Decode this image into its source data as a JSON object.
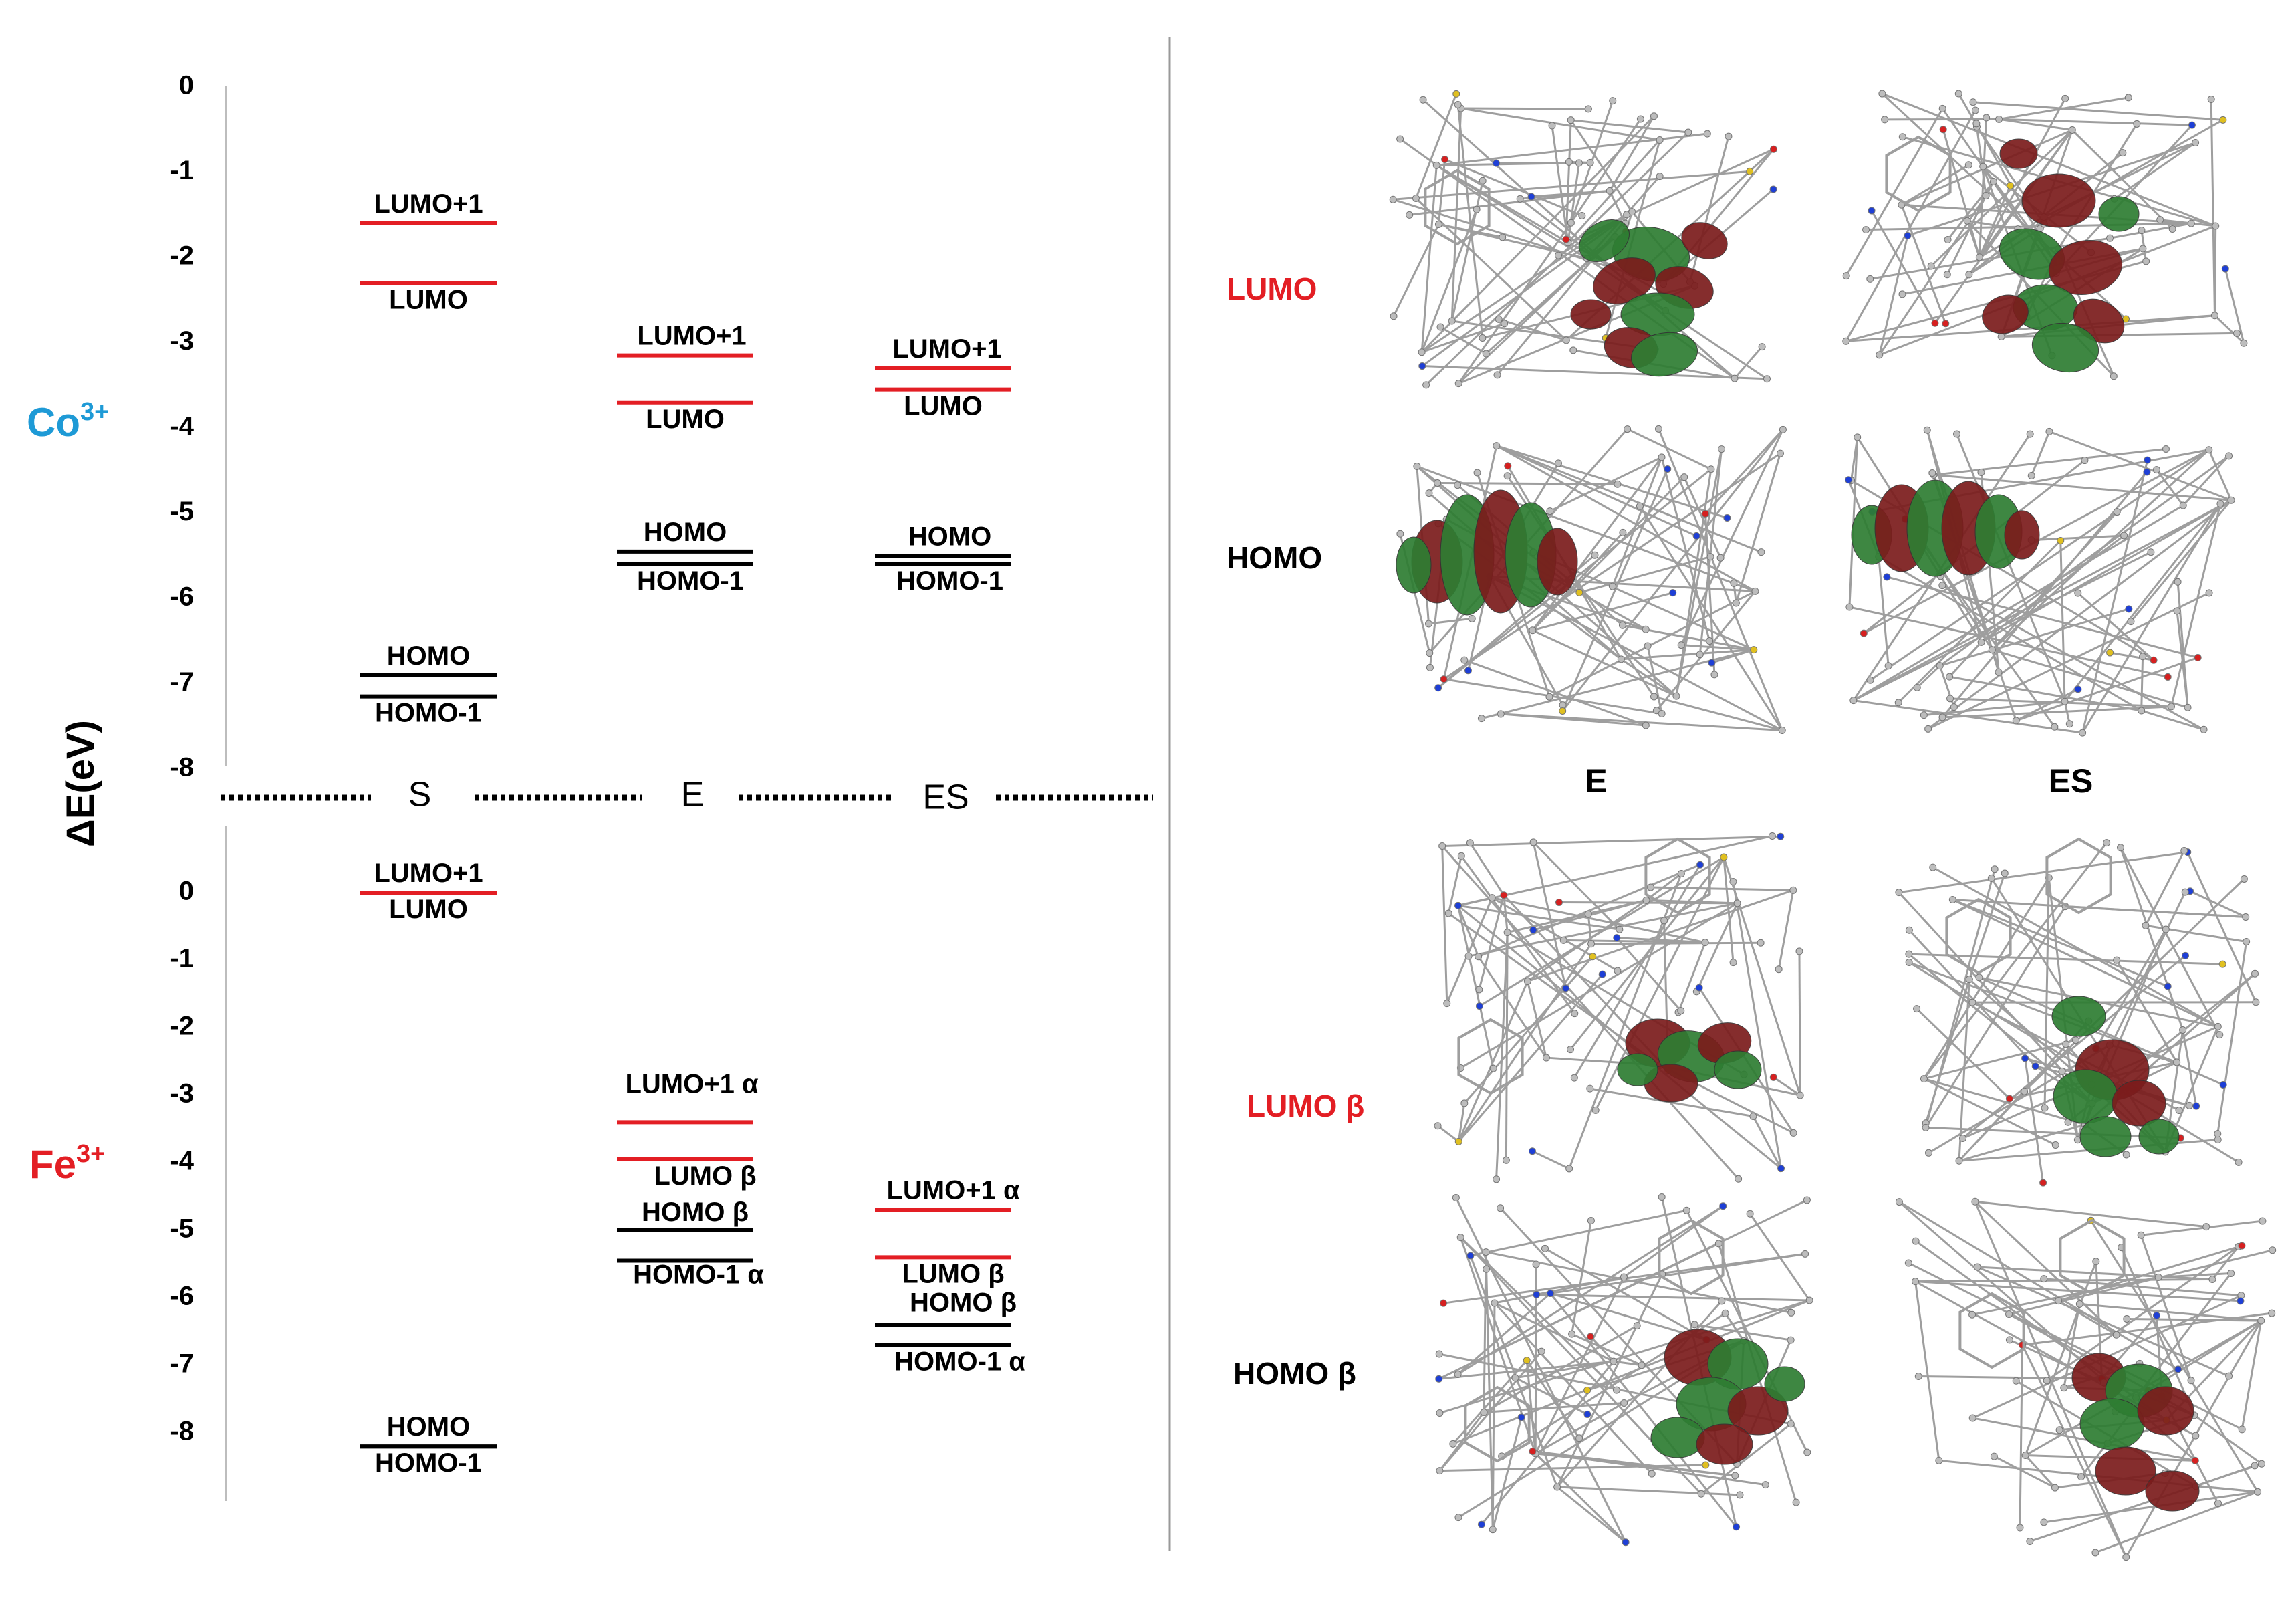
{
  "axis": {
    "ylabel": "ΔE(eV)",
    "co_ticks": [
      "0",
      "-1",
      "-2",
      "-3",
      "-4",
      "-5",
      "-6",
      "-7",
      "-8"
    ],
    "fe_ticks": [
      "0",
      "-1",
      "-2",
      "-3",
      "-4",
      "-5",
      "-6",
      "-7",
      "-8"
    ]
  },
  "ions": {
    "co": {
      "label": "Co",
      "charge": "3+",
      "color": "#1e9ad6"
    },
    "fe": {
      "label": "Fe",
      "charge": "3+",
      "color": "#e31e24"
    }
  },
  "states": [
    "S",
    "E",
    "ES"
  ],
  "colors": {
    "occupied": "#000000",
    "virtual": "#e31e24"
  },
  "co_levels": {
    "S": [
      {
        "label": "LUMO+1",
        "energy": -1.6,
        "type": "virtual"
      },
      {
        "label": "LUMO",
        "energy": -2.3,
        "type": "virtual"
      },
      {
        "label": "HOMO",
        "energy": -6.9,
        "type": "occupied"
      },
      {
        "label": "HOMO-1",
        "energy": -7.15,
        "type": "occupied"
      }
    ],
    "E": [
      {
        "label": "LUMO+1",
        "energy": -3.15,
        "type": "virtual"
      },
      {
        "label": "LUMO",
        "energy": -3.7,
        "type": "virtual"
      },
      {
        "label": "HOMO",
        "energy": -5.45,
        "type": "occupied"
      },
      {
        "label": "HOMO-1",
        "energy": -5.6,
        "type": "occupied"
      }
    ],
    "ES": [
      {
        "label": "LUMO+1",
        "energy": -3.3,
        "type": "virtual"
      },
      {
        "label": "LUMO",
        "energy": -3.55,
        "type": "virtual"
      },
      {
        "label": "HOMO",
        "energy": -5.5,
        "type": "occupied"
      },
      {
        "label": "HOMO-1",
        "energy": -5.6,
        "type": "occupied"
      }
    ]
  },
  "fe_levels": {
    "S": [
      {
        "label": "LUMO+1",
        "energy": 0.0,
        "type": "virtual"
      },
      {
        "label": "LUMO",
        "energy": 0.0,
        "type": "virtual"
      },
      {
        "label": "HOMO",
        "energy": -8.2,
        "type": "occupied"
      },
      {
        "label": "HOMO-1",
        "energy": -8.2,
        "type": "occupied"
      }
    ],
    "E": [
      {
        "label": "LUMO+1 α",
        "energy": -3.4,
        "type": "virtual"
      },
      {
        "label": "LUMO β",
        "energy": -3.95,
        "type": "virtual"
      },
      {
        "label": "HOMO β",
        "energy": -5.0,
        "type": "occupied"
      },
      {
        "label": "HOMO-1 α",
        "energy": -5.45,
        "type": "occupied"
      }
    ],
    "ES": [
      {
        "label": "LUMO+1 α",
        "energy": -4.7,
        "type": "virtual"
      },
      {
        "label": "LUMO β",
        "energy": -5.4,
        "type": "virtual"
      },
      {
        "label": "HOMO β",
        "energy": -6.4,
        "type": "occupied"
      },
      {
        "label": "HOMO-1 α",
        "energy": -6.7,
        "type": "occupied"
      }
    ]
  },
  "orbital_panel": {
    "columns": [
      "E",
      "ES"
    ],
    "co_rows": [
      "LUMO",
      "HOMO"
    ],
    "fe_rows": [
      "LUMO β",
      "HOMO β"
    ],
    "row_colors": {
      "LUMO": "#e31e24",
      "HOMO": "#000000",
      "LUMO β": "#e31e24",
      "HOMO β": "#000000"
    },
    "lobe_colors": {
      "positive": "#2e7d32",
      "negative": "#7b1c1c"
    }
  }
}
